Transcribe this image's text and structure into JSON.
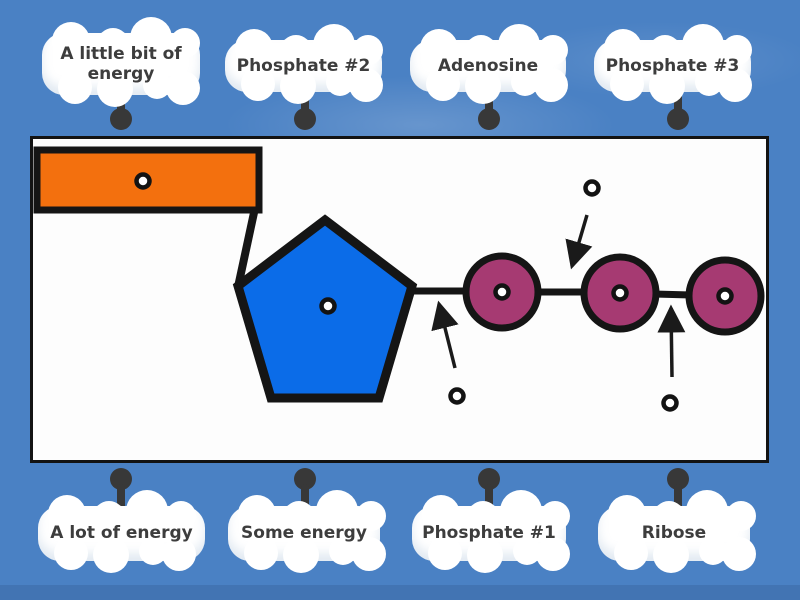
{
  "page": {
    "background_color": "#4a81c4",
    "panel_color": "#fdfdfd"
  },
  "labels": {
    "top": [
      {
        "text": "A little bit of energy"
      },
      {
        "text": "Phosphate #2"
      },
      {
        "text": "Adenosine"
      },
      {
        "text": "Phosphate #3"
      }
    ],
    "bottom": [
      {
        "text": "A lot of energy"
      },
      {
        "text": "Some energy"
      },
      {
        "text": "Phosphate #1"
      },
      {
        "text": "Ribose"
      }
    ]
  },
  "diagram": {
    "colors": {
      "orange_bar": "#f3700e",
      "pentagon_blue": "#0b6ce8",
      "phosphate_purple": "#a63a72",
      "outline": "#151515",
      "pin": "#383838"
    },
    "target_dot_count": 8
  }
}
